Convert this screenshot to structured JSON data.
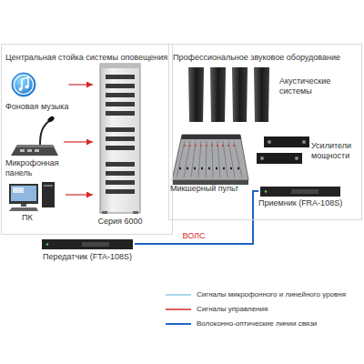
{
  "diagram": {
    "nodes": [
      {
        "text": [
          "Центральная стойка системы оповещения"
        ]
      },
      {
        "text": [
          "Фоновая музыка"
        ],
        "in": 0
      },
      {
        "text": [
          "Микрофонная панель"
        ],
        "in": 0
      },
      {
        "text": [
          "ПК"
        ],
        "in": 0
      },
      {
        "text": [
          "Серия 6000"
        ],
        "in": 0
      },
      {
        "text": [
          "Профессиональное звуковое оборудование"
        ]
      },
      {
        "text": [
          "Акустические системы"
        ],
        "in": 5
      },
      {
        "text": [
          "Микшерный пульт"
        ],
        "in": 5
      },
      {
        "text": [
          "Усилители мощности"
        ],
        "in": 5
      },
      {
        "text": [
          "Приемник (FRA-108S)"
        ],
        "in": 5
      },
      {
        "text": [
          "Передатчик (FTA-108S)"
        ]
      }
    ],
    "edges": [
      {
        "from": 1,
        "to": 4,
        "arrow": "to"
      },
      {
        "from": 2,
        "to": 4,
        "arrow": "to"
      },
      {
        "from": 3,
        "to": 4,
        "arrow": "to"
      },
      {
        "from": 10,
        "to": 9,
        "label": "ВОЛС",
        "arrow": "none"
      }
    ],
    "legend": [
      {
        "text": "Сигналы микрофонного и линейного уровня"
      },
      {
        "text": "Сигналы управления"
      },
      {
        "text": "Волоконно-оптические линии связи"
      }
    ]
  }
}
